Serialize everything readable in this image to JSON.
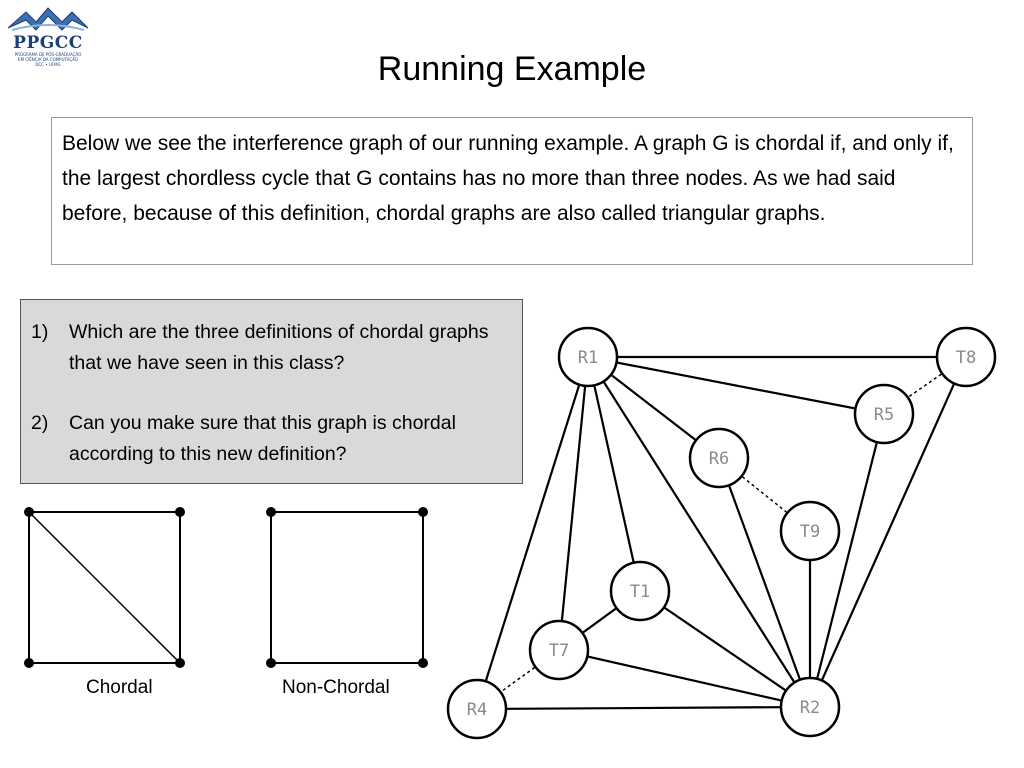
{
  "logo": {
    "name": "PPGCC",
    "subtitle_line1": "PROGRAMA DE PÓS-GRADUAÇÃO",
    "subtitle_line2": "EM CIÊNCIA DA COMPUTAÇÃO",
    "subtitle_line3": "DCC • UFMG"
  },
  "title": "Running Example",
  "intro": "Below we see the interference graph of our running example. A graph G is chordal if, and only if, the largest chordless cycle that G contains has no more than three nodes. As we had said before, because of this definition, chordal graphs are also called triangular graphs.",
  "questions": [
    {
      "number": "1)",
      "text": "Which are the three definitions of chordal graphs that we have seen in this class?"
    },
    {
      "number": "2)",
      "text": "Can you make sure that this graph is chordal according to this new definition?"
    }
  ],
  "examples": {
    "chordal_label": "Chordal",
    "non_chordal_label": "Non-Chordal"
  },
  "graph": {
    "nodes": [
      {
        "id": "R1",
        "label": "R1"
      },
      {
        "id": "T8",
        "label": "T8"
      },
      {
        "id": "R5",
        "label": "R5"
      },
      {
        "id": "R6",
        "label": "R6"
      },
      {
        "id": "T9",
        "label": "T9"
      },
      {
        "id": "T1",
        "label": "T1"
      },
      {
        "id": "T7",
        "label": "T7"
      },
      {
        "id": "R4",
        "label": "R4"
      },
      {
        "id": "R2",
        "label": "R2"
      }
    ],
    "edges": [
      {
        "from": "R1",
        "to": "T8",
        "style": "solid"
      },
      {
        "from": "R1",
        "to": "R5",
        "style": "solid"
      },
      {
        "from": "R1",
        "to": "R6",
        "style": "solid"
      },
      {
        "from": "R1",
        "to": "T1",
        "style": "solid"
      },
      {
        "from": "R1",
        "to": "T7",
        "style": "solid"
      },
      {
        "from": "R1",
        "to": "R4",
        "style": "solid"
      },
      {
        "from": "R1",
        "to": "R2",
        "style": "solid"
      },
      {
        "from": "T8",
        "to": "R5",
        "style": "dashed"
      },
      {
        "from": "T8",
        "to": "R2",
        "style": "solid"
      },
      {
        "from": "R5",
        "to": "R2",
        "style": "solid"
      },
      {
        "from": "R6",
        "to": "T9",
        "style": "dashed"
      },
      {
        "from": "R6",
        "to": "R2",
        "style": "solid"
      },
      {
        "from": "T9",
        "to": "R2",
        "style": "solid"
      },
      {
        "from": "T1",
        "to": "T7",
        "style": "solid"
      },
      {
        "from": "T1",
        "to": "R2",
        "style": "solid"
      },
      {
        "from": "T7",
        "to": "R2",
        "style": "solid"
      },
      {
        "from": "T7",
        "to": "R4",
        "style": "dashed"
      },
      {
        "from": "R4",
        "to": "R2",
        "style": "solid"
      }
    ]
  },
  "colors": {
    "question_box_bg": "#d9d9d9",
    "logo_blue": "#1c3f7a",
    "node_label_gray": "#8a8a8a"
  }
}
